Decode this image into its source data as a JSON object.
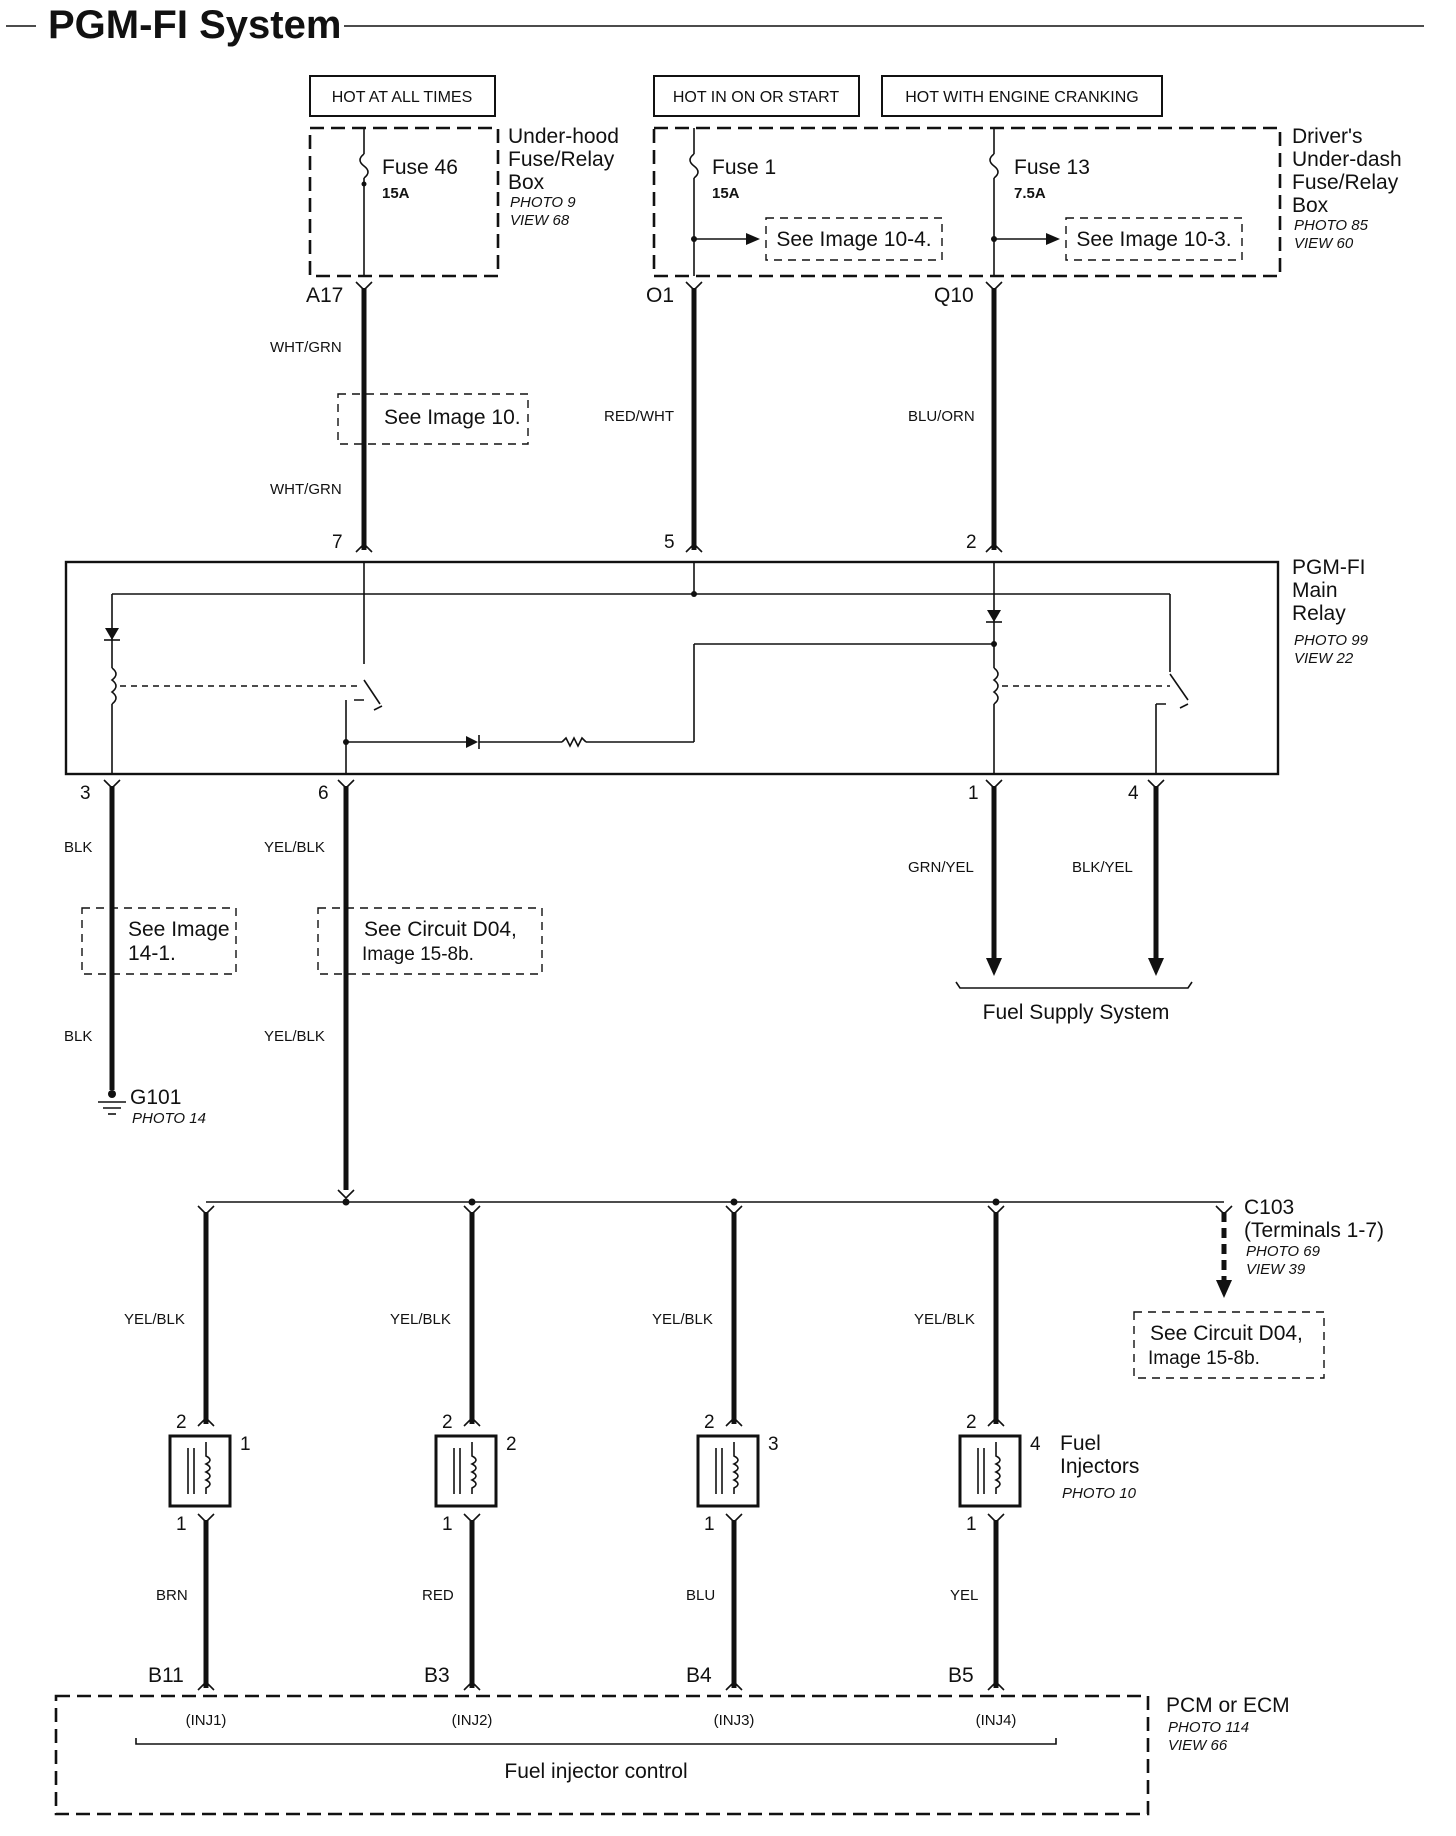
{
  "title": "PGM-FI System",
  "power_labels": {
    "hot_at_all_times": "HOT AT ALL TIMES",
    "hot_in_on_or_start": "HOT IN ON OR START",
    "hot_with_engine_cranking": "HOT WITH ENGINE CRANKING"
  },
  "underhood_box": {
    "name_line1": "Under-hood",
    "name_line2": "Fuse/Relay",
    "name_line3": "Box",
    "photo": "PHOTO 9",
    "view": "VIEW 68",
    "fuse_name": "Fuse 46",
    "fuse_rating": "15A"
  },
  "underdash_box": {
    "name_line1": "Driver's",
    "name_line2": "Under-dash",
    "name_line3": "Fuse/Relay",
    "name_line4": "Box",
    "photo": "PHOTO 85",
    "view": "VIEW 60",
    "fuse1_name": "Fuse 1",
    "fuse1_rating": "15A",
    "fuse1_ref": "See Image 10-4.",
    "fuse13_name": "Fuse 13",
    "fuse13_rating": "7.5A",
    "fuse13_ref": "See Image 10-3."
  },
  "terminals": {
    "a17": "A17",
    "o1": "O1",
    "q10": "Q10"
  },
  "wires": {
    "wht_grn_upper": "WHT/GRN",
    "wht_grn_lower": "WHT/GRN",
    "red_wht": "RED/WHT",
    "blu_orn": "BLU/ORN",
    "blk_upper": "BLK",
    "blk_lower": "BLK",
    "yel_blk_upper": "YEL/BLK",
    "yel_blk_lower": "YEL/BLK",
    "grn_yel": "GRN/YEL",
    "blk_yel": "BLK/YEL"
  },
  "refs": {
    "see_image_10": "See Image 10.",
    "see_image_14_line1": "See Image",
    "see_image_14_line2": "14-1.",
    "circuit_d04_a_line1": "See Circuit D04,",
    "circuit_d04_a_line2": "Image 15-8b.",
    "circuit_d04_b_line1": "See Circuit D04,",
    "circuit_d04_b_line2": "Image 15-8b."
  },
  "relay": {
    "name_line1": "PGM-FI",
    "name_line2": "Main",
    "name_line3": "Relay",
    "photo": "PHOTO 99",
    "view": "VIEW 22",
    "pin_top_7": "7",
    "pin_top_5": "5",
    "pin_top_2": "2",
    "pin_bot_3": "3",
    "pin_bot_6": "6",
    "pin_bot_1": "1",
    "pin_bot_4": "4"
  },
  "fuel_supply": "Fuel Supply System",
  "ground": {
    "name": "G101",
    "photo": "PHOTO 14"
  },
  "connector_c103": {
    "name": "C103",
    "terminals": "(Terminals 1-7)",
    "photo": "PHOTO 69",
    "view": "VIEW 39"
  },
  "injectors": {
    "name_line1": "Fuel",
    "name_line2": "Injectors",
    "photo": "PHOTO 10",
    "items": [
      {
        "number": "1",
        "pin_top": "2",
        "pin_bot": "1",
        "wire_top": "YEL/BLK",
        "wire_bot": "BRN",
        "pcm_pin": "B11",
        "pcm_signal": "(INJ1)"
      },
      {
        "number": "2",
        "pin_top": "2",
        "pin_bot": "1",
        "wire_top": "YEL/BLK",
        "wire_bot": "RED",
        "pcm_pin": "B3",
        "pcm_signal": "(INJ2)"
      },
      {
        "number": "3",
        "pin_top": "2",
        "pin_bot": "1",
        "wire_top": "YEL/BLK",
        "wire_bot": "BLU",
        "pcm_pin": "B4",
        "pcm_signal": "(INJ3)"
      },
      {
        "number": "4",
        "pin_top": "2",
        "pin_bot": "1",
        "wire_top": "YEL/BLK",
        "wire_bot": "YEL",
        "pcm_pin": "B5",
        "pcm_signal": "(INJ4)"
      }
    ]
  },
  "pcm": {
    "name": "PCM or ECM",
    "photo": "PHOTO 114",
    "view": "VIEW 66",
    "function": "Fuel injector control"
  }
}
